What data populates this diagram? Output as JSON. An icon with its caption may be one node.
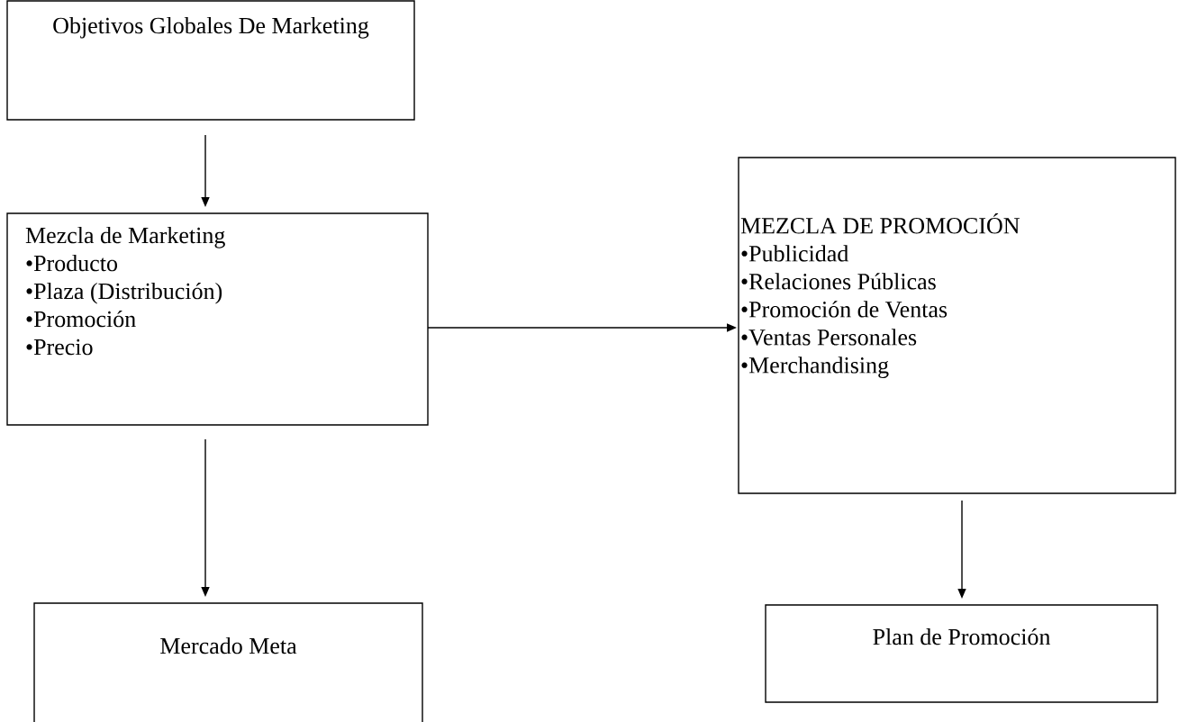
{
  "diagram": {
    "nodes": [
      {
        "text": [
          "Objetivos Globales De Marketing"
        ]
      },
      {
        "text": [
          "Mezcla de Marketing",
          "•Producto",
          "•Plaza (Distribución)",
          "•Promoción",
          "•Precio"
        ]
      },
      {
        "text": [
          "Mercado Meta"
        ]
      },
      {
        "text": [
          "MEZCLA DE PROMOCIÓN",
          "•Publicidad",
          "•Relaciones Públicas",
          "•Promoción de Ventas",
          "•Ventas Personales",
          "•Merchandising"
        ]
      },
      {
        "text": [
          "Plan de Promoción"
        ]
      }
    ],
    "edges": [
      {
        "from": 0,
        "to": 1,
        "arrow": "to"
      },
      {
        "from": 1,
        "to": 2,
        "arrow": "to"
      },
      {
        "from": 1,
        "to": 3,
        "arrow": "to"
      },
      {
        "from": 3,
        "to": 4,
        "arrow": "to"
      }
    ]
  }
}
